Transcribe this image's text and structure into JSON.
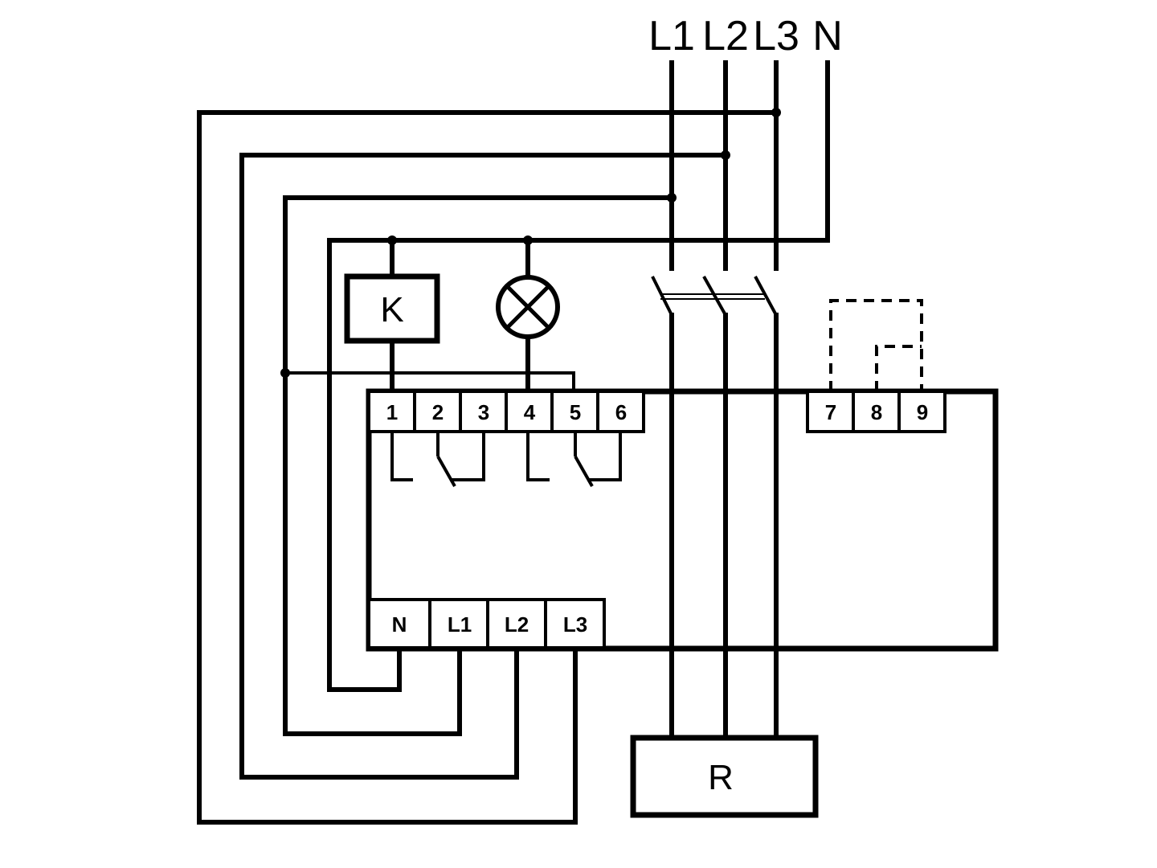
{
  "supply_labels": {
    "l1": "L1",
    "l2": "L2",
    "l3": "L3",
    "n": "N"
  },
  "relay_coil_label": "K",
  "load_label": "R",
  "contact_terminals": [
    "1",
    "2",
    "3",
    "4",
    "5",
    "6"
  ],
  "sensor_terminals": [
    "7",
    "8",
    "9"
  ],
  "supply_terminals": [
    "N",
    "L1",
    "L2",
    "L3"
  ]
}
